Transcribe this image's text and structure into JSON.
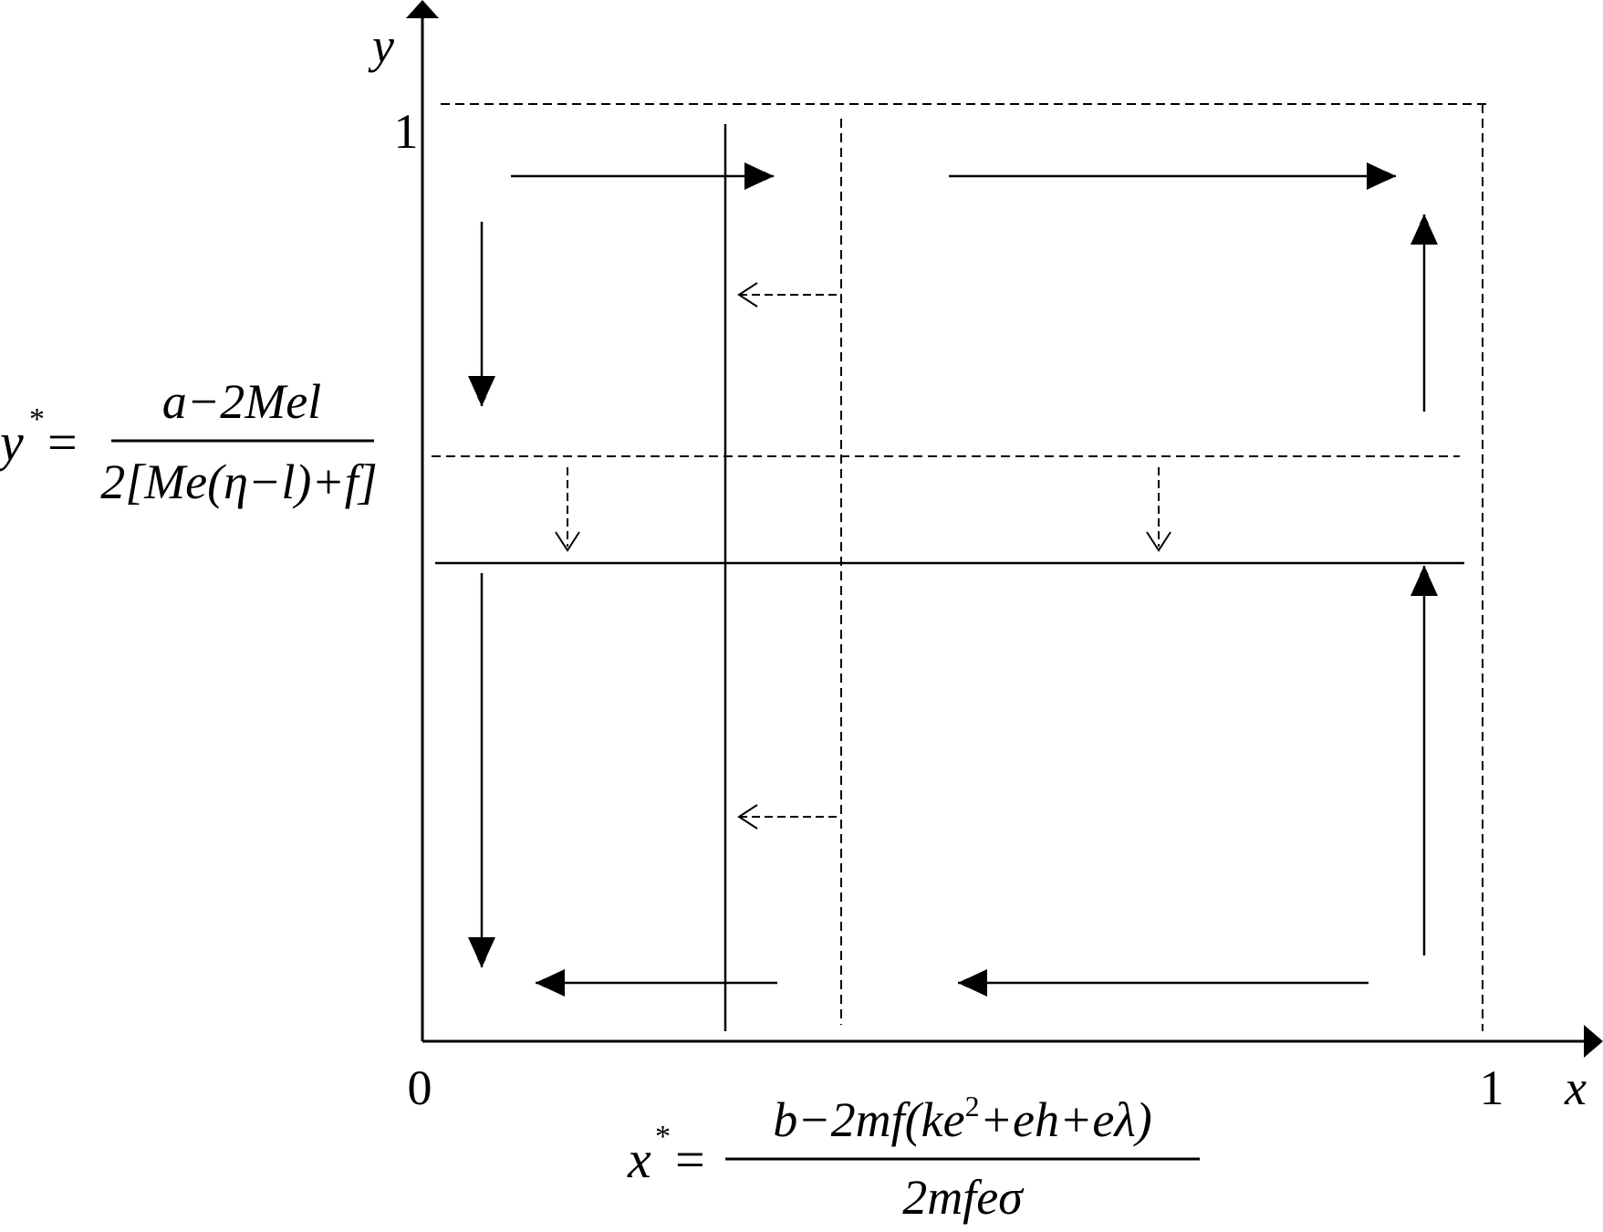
{
  "axes": {
    "x_name": "x",
    "y_name": "y",
    "origin": "0",
    "x_one": "1",
    "y_one": "1"
  },
  "y_star": {
    "lhs_var": "y",
    "lhs_sup": "*",
    "equals": "=",
    "numerator": "a−2Mel",
    "denominator": "2[Me(η−l)+f]"
  },
  "x_star": {
    "lhs_var": "x",
    "lhs_sup": "*",
    "equals": "=",
    "num_a": "b−2mf(ke",
    "num_sup": "2",
    "num_b": "+eh+eλ)",
    "denominator": "2mfeσ"
  },
  "colors": {
    "ink": "#000000",
    "background": "#ffffff"
  }
}
